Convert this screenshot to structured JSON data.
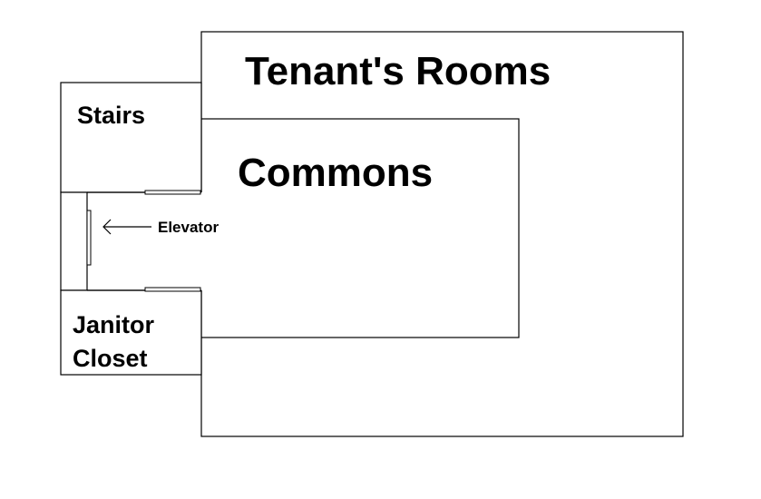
{
  "rooms": {
    "tenants": "Tenant's Rooms",
    "commons": "Commons",
    "stairs": "Stairs",
    "janitor_line1": "Janitor",
    "janitor_line2": "Closet"
  },
  "annotations": {
    "elevator": "Elevator"
  },
  "colors": {
    "stroke": "#000000",
    "background": "#ffffff"
  }
}
